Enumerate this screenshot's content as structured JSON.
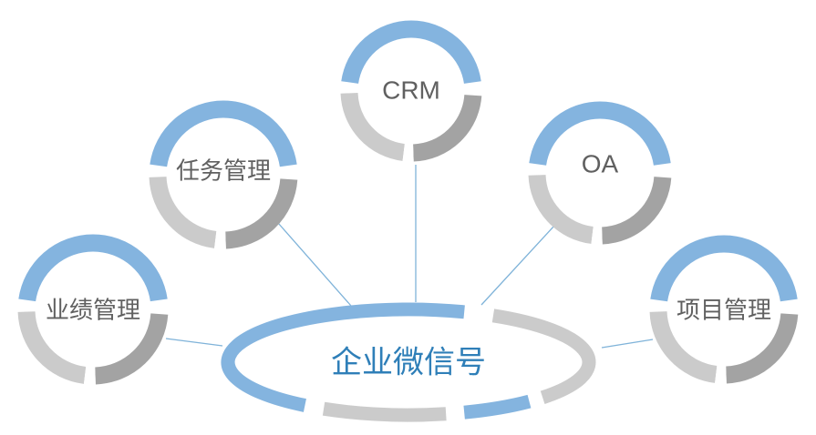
{
  "diagram": {
    "hub": {
      "label": "企业微信号"
    },
    "nodes": [
      {
        "id": "crm",
        "label": "CRM"
      },
      {
        "id": "oa",
        "label": "OA"
      },
      {
        "id": "task",
        "label": "任务管理"
      },
      {
        "id": "performance",
        "label": "业绩管理"
      },
      {
        "id": "project",
        "label": "项目管理"
      }
    ]
  },
  "colors": {
    "blue": "#84b4df",
    "light_gray": "#cbcbcb",
    "dark_gray": "#a3a3a3",
    "connector": "#7fb3d9",
    "hub_text": "#2f7fb8",
    "node_text": "#606060"
  }
}
